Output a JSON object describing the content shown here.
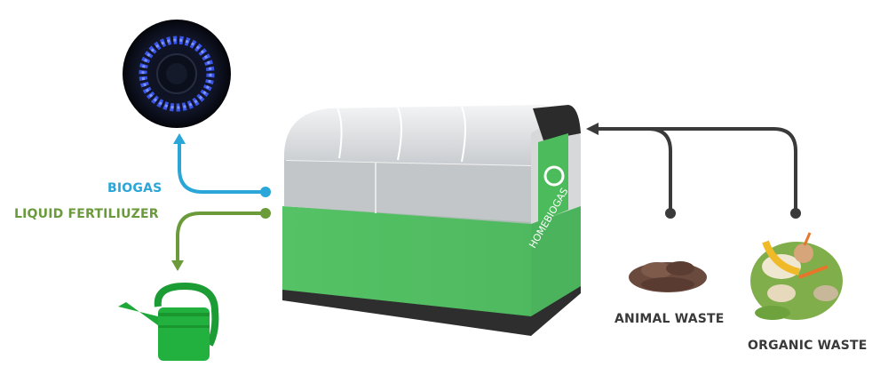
{
  "diagram": {
    "outputs": [
      {
        "id": "biogas",
        "label": "BIOGAS",
        "color": "#2aa6d8",
        "icon": "gas-stove-flame-icon"
      },
      {
        "id": "fertilizer",
        "label": "LIQUID FERTILIUZER",
        "color": "#6a9a3a",
        "icon": "watering-can-icon"
      }
    ],
    "inputs": [
      {
        "id": "animal",
        "label": "ANIMAL WASTE",
        "icon": "animal-waste-icon"
      },
      {
        "id": "organic",
        "label": "ORGANIC WASTE",
        "icon": "organic-waste-icon"
      }
    ],
    "device": {
      "brand": "HOMEBIOGAS",
      "colors": {
        "body": "#58c468",
        "base": "#2e2e2e",
        "dome": "#e4e6e8"
      }
    },
    "arrow_color_inputs": "#3a3a3a"
  }
}
